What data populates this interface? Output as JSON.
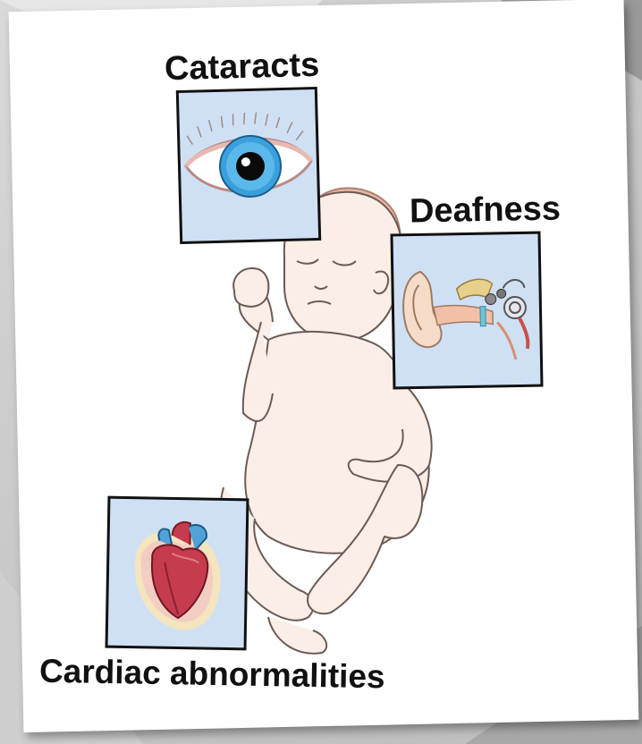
{
  "labels": {
    "cataracts": "Cataracts",
    "deafness": "Deafness",
    "cardiac": "Cardiac abnormalities"
  },
  "colors": {
    "panel_bg": "#cfe0f5",
    "skin": "#fbeee6",
    "iris": "#3aa0dd",
    "heart": "#c63b4d"
  }
}
